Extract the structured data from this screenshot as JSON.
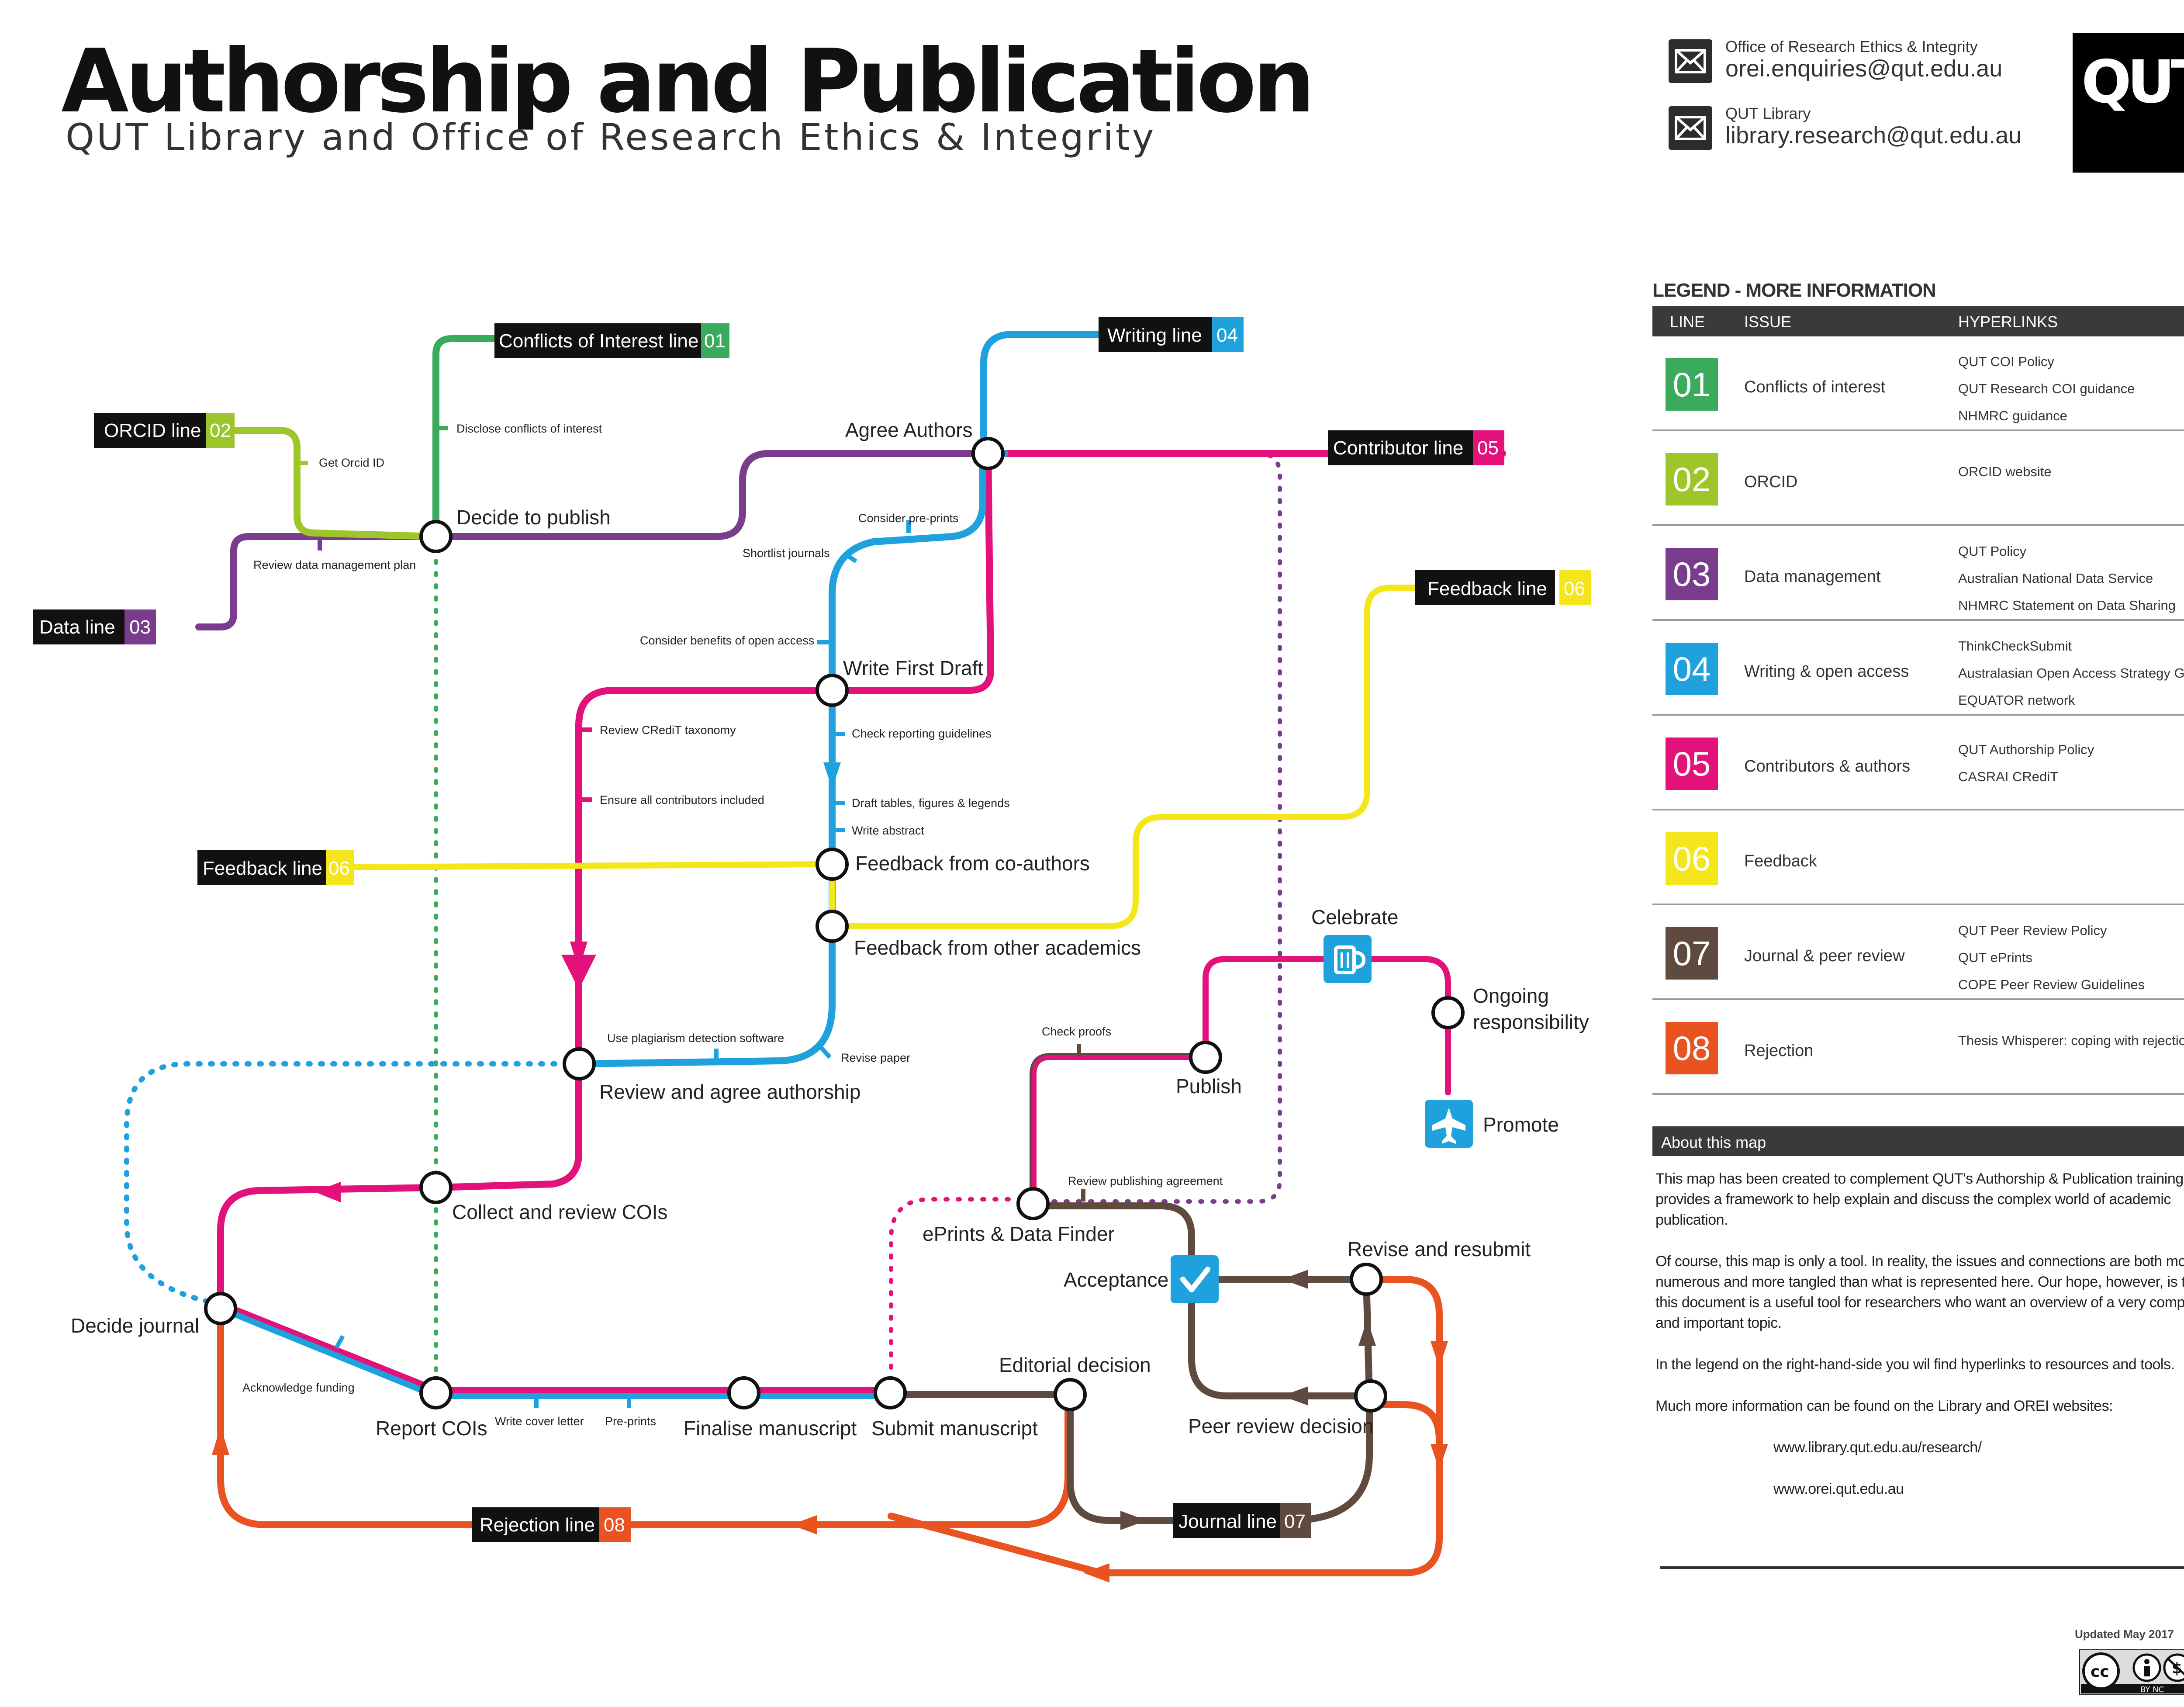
{
  "header": {
    "title": "Authorship and Publication",
    "subtitle": "QUT Library and Office of Research Ethics & Integrity",
    "contacts": [
      {
        "org": "Office of Research Ethics & Integrity",
        "email": "orei.enquiries@qut.edu.au"
      },
      {
        "org": "QUT Library",
        "email": "library.research@qut.edu.au"
      }
    ],
    "logo": "QUT"
  },
  "colors": {
    "line01": "#3aaa5c",
    "line02": "#9cc62a",
    "line03": "#7a3d8e",
    "line04": "#1ea1dc",
    "line05": "#e2127a",
    "line06": "#f4e61b",
    "line07": "#5e4a3e",
    "line08": "#e8531f"
  },
  "map": {
    "line_tags": [
      {
        "key": "coi",
        "label": "Conflicts of Interest line",
        "num": "01"
      },
      {
        "key": "orcid",
        "label": "ORCID line",
        "num": "02"
      },
      {
        "key": "data",
        "label": "Data line",
        "num": "03"
      },
      {
        "key": "writing",
        "label": "Writing line",
        "num": "04"
      },
      {
        "key": "contrib",
        "label": "Contributor line",
        "num": "05"
      },
      {
        "key": "feedback_right",
        "label": "Feedback line",
        "num": "06"
      },
      {
        "key": "feedback_left",
        "label": "Feedback line",
        "num": "06"
      },
      {
        "key": "journal",
        "label": "Journal line",
        "num": "07"
      },
      {
        "key": "rejection",
        "label": "Rejection line",
        "num": "08"
      }
    ],
    "stations": [
      {
        "key": "decide_publish",
        "label": "Decide to publish"
      },
      {
        "key": "agree_authors",
        "label": "Agree Authors"
      },
      {
        "key": "write_first_draft",
        "label": "Write First Draft"
      },
      {
        "key": "feedback_coauthors",
        "label": "Feedback from co-authors"
      },
      {
        "key": "feedback_academics",
        "label": "Feedback from other academics"
      },
      {
        "key": "review_authorship",
        "label": "Review and agree authorship"
      },
      {
        "key": "collect_cois",
        "label": "Collect and review COIs"
      },
      {
        "key": "decide_journal",
        "label": "Decide  journal"
      },
      {
        "key": "report_cois",
        "label": "Report COIs"
      },
      {
        "key": "finalise",
        "label": "Finalise manuscript"
      },
      {
        "key": "submit",
        "label": "Submit manuscript"
      },
      {
        "key": "editorial",
        "label": "Editorial decision"
      },
      {
        "key": "eprints",
        "label": "ePrints & Data Finder"
      },
      {
        "key": "publish",
        "label": "Publish"
      },
      {
        "key": "celebrate",
        "label": "Celebrate"
      },
      {
        "key": "ongoing",
        "label": "Ongoing\nresponsibility"
      },
      {
        "key": "promote",
        "label": "Promote"
      },
      {
        "key": "acceptance",
        "label": "Acceptance"
      },
      {
        "key": "revise",
        "label": "Revise and resubmit"
      },
      {
        "key": "peer_review",
        "label": "Peer review decision"
      }
    ],
    "notes": [
      {
        "key": "disclose",
        "label": "Disclose conflicts of interest"
      },
      {
        "key": "orcid_id",
        "label": "Get Orcid ID"
      },
      {
        "key": "dmp",
        "label": "Review data management plan"
      },
      {
        "key": "preprints1",
        "label": "Consider pre-prints"
      },
      {
        "key": "shortlist",
        "label": "Shortlist journals"
      },
      {
        "key": "open_access",
        "label": "Consider benefits of open access"
      },
      {
        "key": "credit",
        "label": "Review CRediT taxonomy"
      },
      {
        "key": "contributors",
        "label": "Ensure all contributors included"
      },
      {
        "key": "reporting",
        "label": "Check reporting guidelines"
      },
      {
        "key": "tables",
        "label": "Draft tables, figures & legends"
      },
      {
        "key": "abstract",
        "label": "Write abstract"
      },
      {
        "key": "plagiarism",
        "label": "Use plagiarism detection software"
      },
      {
        "key": "revise_paper",
        "label": "Revise paper"
      },
      {
        "key": "funding",
        "label": "Acknowledge funding"
      },
      {
        "key": "cover",
        "label": "Write cover letter"
      },
      {
        "key": "preprints2",
        "label": "Pre-prints"
      },
      {
        "key": "proofs",
        "label": "Check proofs"
      },
      {
        "key": "pub_agreement",
        "label": "Review publishing agreement"
      }
    ]
  },
  "legend": {
    "title": "LEGEND - MORE INFORMATION",
    "headers": [
      "LINE",
      "ISSUE",
      "HYPERLINKS"
    ],
    "rows": [
      {
        "num": "01",
        "color": "#3aaa5c",
        "issue": "Conflicts of interest",
        "links": [
          "QUT COI Policy",
          "QUT Research COI guidance",
          "NHMRC guidance"
        ]
      },
      {
        "num": "02",
        "color": "#9cc62a",
        "issue": "ORCID",
        "links": [
          "ORCID website"
        ]
      },
      {
        "num": "03",
        "color": "#7a3d8e",
        "issue": "Data management",
        "links": [
          "QUT Policy",
          "Australian National Data Service",
          "NHMRC Statement on Data Sharing"
        ]
      },
      {
        "num": "04",
        "color": "#1ea1dc",
        "issue": "Writing & open access",
        "links": [
          "ThinkCheckSubmit",
          "Australasian Open Access Strategy Group",
          "EQUATOR network"
        ]
      },
      {
        "num": "05",
        "color": "#e2127a",
        "issue": "Contributors & authors",
        "links": [
          "QUT Authorship Policy",
          "CASRAI CRediT"
        ]
      },
      {
        "num": "06",
        "color": "#f4e61b",
        "issue": "Feedback",
        "links": []
      },
      {
        "num": "07",
        "color": "#5e4a3e",
        "issue": "Journal & peer review",
        "links": [
          "QUT Peer Review Policy",
          "QUT ePrints",
          "COPE Peer Review Guidelines"
        ]
      },
      {
        "num": "08",
        "color": "#e8531f",
        "issue": "Rejection",
        "links": [
          "Thesis Whisperer: coping with rejection"
        ]
      }
    ]
  },
  "about": {
    "heading": "About this map",
    "p1": "This map has been created to complement QUT's Authorship & Publication training.  It provides a framework to help explain and discuss the complex world of academic publication.",
    "p2": "Of course, this map is only a tool.  In reality, the issues and connections are both more numerous and more tangled than what is represented here.  Our hope, however, is that this document is a useful tool for researchers who want an overview of a very complex and important topic.",
    "p3": "In the legend on the right-hand-side you wil find hyperlinks to resources and tools.",
    "p4": "Much more information can be found on the Library and OREI websites:",
    "url1": "www.library.qut.edu.au/research/",
    "url2": "www.orei.qut.edu.au"
  },
  "footer": {
    "updated": "Updated May 2017",
    "license": "BY NC"
  }
}
